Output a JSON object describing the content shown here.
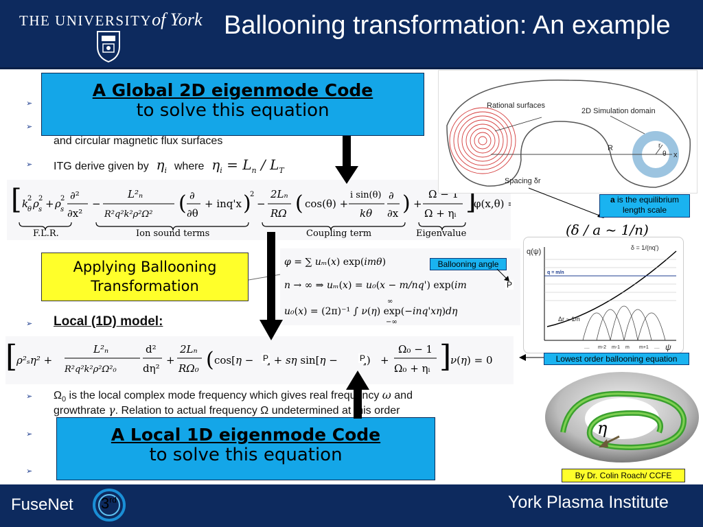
{
  "header": {
    "uni_name": "The University",
    "uni_york": "of York",
    "title": "Ballooning transformation: An example"
  },
  "bullets": {
    "b2_cont": "and circular magnetic flux surfaces",
    "itg_prefix": "ITG derive given by",
    "itg_where": "where",
    "local_model": "Local (1D) model:",
    "omega_line1_a": "Ω",
    "omega_line1_sub": "0",
    "omega_line1_b": " is the local complex mode frequency which gives real frequency ",
    "omega_line1_c": "and",
    "omega_line2_a": "growthrate ",
    "omega_line2_b": ". Relation to actual frequency Ω undetermined at this order"
  },
  "equations": {
    "flr": "F.L.R.",
    "ion_sound": "Ion sound terms",
    "coupling": "Coupling term",
    "eigenvalue": "Eigenvalue",
    "p_mark": "P"
  },
  "boxes": {
    "global_l1": "A Global 2D eigenmode Code",
    "global_l2": "to solve this equation",
    "ballooning_l1": "Applying Ballooning",
    "ballooning_l2": "Transformation",
    "local_l1": "A Local 1D eigenmode Code",
    "local_l2": "to solve this equation"
  },
  "figures": {
    "rational_surfaces": "Rational surfaces",
    "sim_domain": "2D Simulation domain",
    "R": "R",
    "spacing": "Spacing δr",
    "r": "r",
    "theta": "θ",
    "x": "x",
    "a_bold": "a",
    "a_rest": "is the equilibrium length scale",
    "ballooning_angle": "Ballooning angle",
    "lowest_order": "Lowest order ballooning equation",
    "by_roach": "By Dr. Colin Roach/ CCFE",
    "eta_symbol": "η",
    "q_label": "q(ψ)",
    "delta_label": "δ = 1/(nq')",
    "q_mn": "q = m/n",
    "dr_label": "Δr ~ 1/n",
    "psi": "ψ",
    "m_ticks": [
      "....",
      "m-2",
      "m-1",
      "m",
      "m+1",
      "...."
    ]
  },
  "footer": {
    "left": "FuseNet",
    "badge": "3",
    "badge_sup": "rd",
    "right": "York Plasma Institute"
  }
}
